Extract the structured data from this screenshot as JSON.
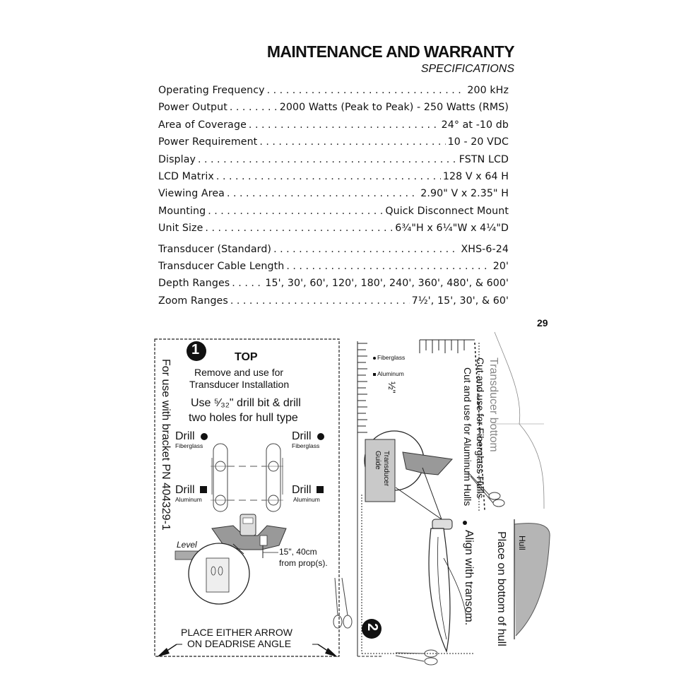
{
  "header": {
    "title": "MAINTENANCE AND WARRANTY",
    "subtitle": "SPECIFICATIONS"
  },
  "specs": [
    {
      "label": "Operating Frequency",
      "value": "200 kHz"
    },
    {
      "label": "Power Output",
      "value": "2000 Watts (Peak to Peak) - 250 Watts (RMS)"
    },
    {
      "label": "Area of Coverage",
      "value": "24° at -10 db"
    },
    {
      "label": "Power Requirement",
      "value": "10 - 20 VDC"
    },
    {
      "label": "Display",
      "value": "FSTN LCD"
    },
    {
      "label": "LCD Matrix",
      "value": "128 V x 64 H"
    },
    {
      "label": "Viewing Area",
      "value": "2.90\" V x 2.35\" H"
    },
    {
      "label": "Mounting",
      "value": "Quick Disconnect Mount"
    },
    {
      "label": "Unit Size",
      "value": "6³⁄₄\"H x 6¹⁄₄\"W x 4¹⁄₄\"D"
    },
    {
      "label": "Transducer (Standard)",
      "value": "XHS-6-24"
    },
    {
      "label": "Transducer Cable Length",
      "value": "20'"
    },
    {
      "label": "Depth Ranges",
      "value": "15', 30', 60', 120', 180', 240', 360', 480', & 600'"
    },
    {
      "label": "Zoom Ranges",
      "value": "7¹⁄₂', 15', 30', & 60'"
    }
  ],
  "page_number": "29",
  "template1": {
    "step": "1",
    "top_label": "TOP",
    "remove_text_1": "Remove and use for",
    "remove_text_2": "Transducer Installation",
    "drill_text_1": "Use ⁵⁄₃₂\" drill bit & drill",
    "drill_text_2": "two holes for hull type",
    "drill_label": "Drill",
    "fiberglass": "Fiberglass",
    "aluminum": "Aluminum",
    "bracket_text": "For use with bracket PN 404329-1",
    "level": "Level",
    "distance_1": "15\", 40cm",
    "distance_2": "from prop(s).",
    "arrow_text_1": "PLACE EITHER ARROW",
    "arrow_text_2": "ON DEADRISE ANGLE"
  },
  "template2": {
    "step": "2",
    "fiberglass": "Fiberglass",
    "aluminum": "Aluminum",
    "half": "½\"",
    "transducer_bottom": "Transducer bottom",
    "cut_fiberglass": "Cut and use for Fiberglass Hulls",
    "cut_aluminum": "Cut and use for Aluminum Hulls",
    "transducer_guide": "Transducer Guide",
    "align": "Align with transom.",
    "place_bottom": "Place on bottom of hull",
    "hull": "Hull"
  }
}
